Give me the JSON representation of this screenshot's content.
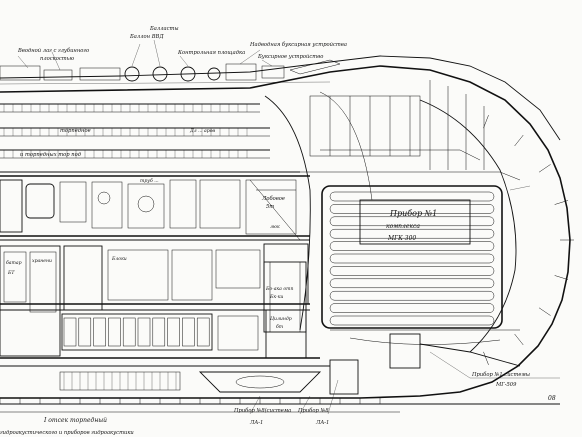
{
  "labels": {
    "cable_input": "Вводной лаг с глубинного",
    "cable_input_2": "плоскостью",
    "ballon_vvd": "Баллон ВВД",
    "ballasts": "Балласты",
    "control_platform": "Контрольная площадка",
    "tactical_tower_a": "Надводная буксирная устройства",
    "tactical_tower_b": "Буксирное устройство",
    "device_1": "Прибор №1",
    "complex": "комплекса",
    "mgk_model": "МГК-300",
    "left_torpedo_top": "торпедное",
    "left_torpedo_mid": "и торпедных  тор  под",
    "acid_storage": "хранени",
    "acid_label_1": "батар",
    "acid_label_2": "БТ",
    "device_system": "Прибор №1 системы",
    "mg_model": "МГ-509",
    "comp_label": "I отсек торпедный",
    "bottom_note": "гидроакустического и приборов гидроакустики",
    "bottom_device": "Прибор №8(система",
    "bottom_device_2": "ЛА-1",
    "bottom_center": "Прибор №8",
    "bottom_center_2": "ЛА-1",
    "ladder": "Бо-ака отп",
    "ladder_2": "Бк-ки",
    "center_block": "Цилиндр",
    "center_block_2": "бт",
    "mid_label": "Лобовое",
    "mid_label_2": "5т",
    "right_tag": "08",
    "access": "Дл ... аров",
    "hatch": "люк",
    "blocks": "Блоки",
    "tubes": "труб ..."
  },
  "colors": {
    "ink": "#111111",
    "paper": "#fbfbf9"
  }
}
